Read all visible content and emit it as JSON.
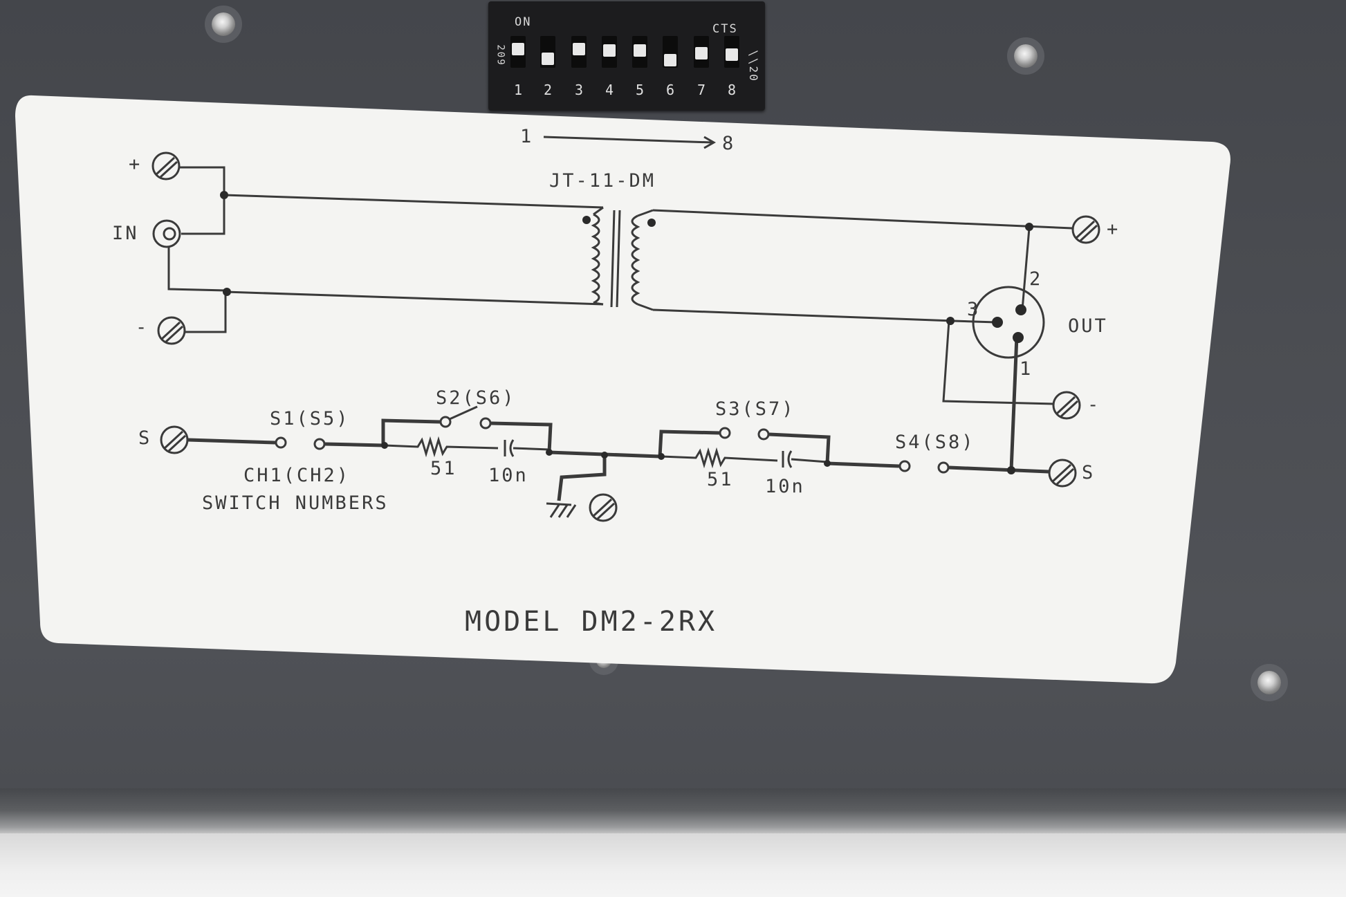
{
  "dip_switch": {
    "on_label": "ON",
    "brand_label": "CTS",
    "left_code": "209",
    "right_code": "\\\\20",
    "numbers": [
      "1",
      "2",
      "3",
      "4",
      "5",
      "6",
      "7",
      "8"
    ]
  },
  "schematic": {
    "direction_start": "1",
    "direction_end": "8",
    "transformer": "JT-11-DM",
    "in_plus": "+",
    "in_label": "IN",
    "in_minus": "-",
    "out_plus": "+",
    "out_label": "OUT",
    "out_minus": "-",
    "pin_1": "1",
    "pin_2": "2",
    "pin_3": "3",
    "shield_left": "S",
    "shield_right": "S",
    "s1": "S1(S5)",
    "s2": "S2(S6)",
    "s3": "S3(S7)",
    "s4": "S4(S8)",
    "r1": "51",
    "c1": "10n",
    "r2": "51",
    "c2": "10n",
    "channel_note": "CH1(CH2)",
    "switch_note": "SWITCH NUMBERS",
    "model": "MODEL DM2-2RX"
  },
  "colors": {
    "panel": "#4b4d52",
    "label": "#f4f4f2",
    "ink": "#3a3a3a",
    "dip_body": "#1c1c1e"
  }
}
